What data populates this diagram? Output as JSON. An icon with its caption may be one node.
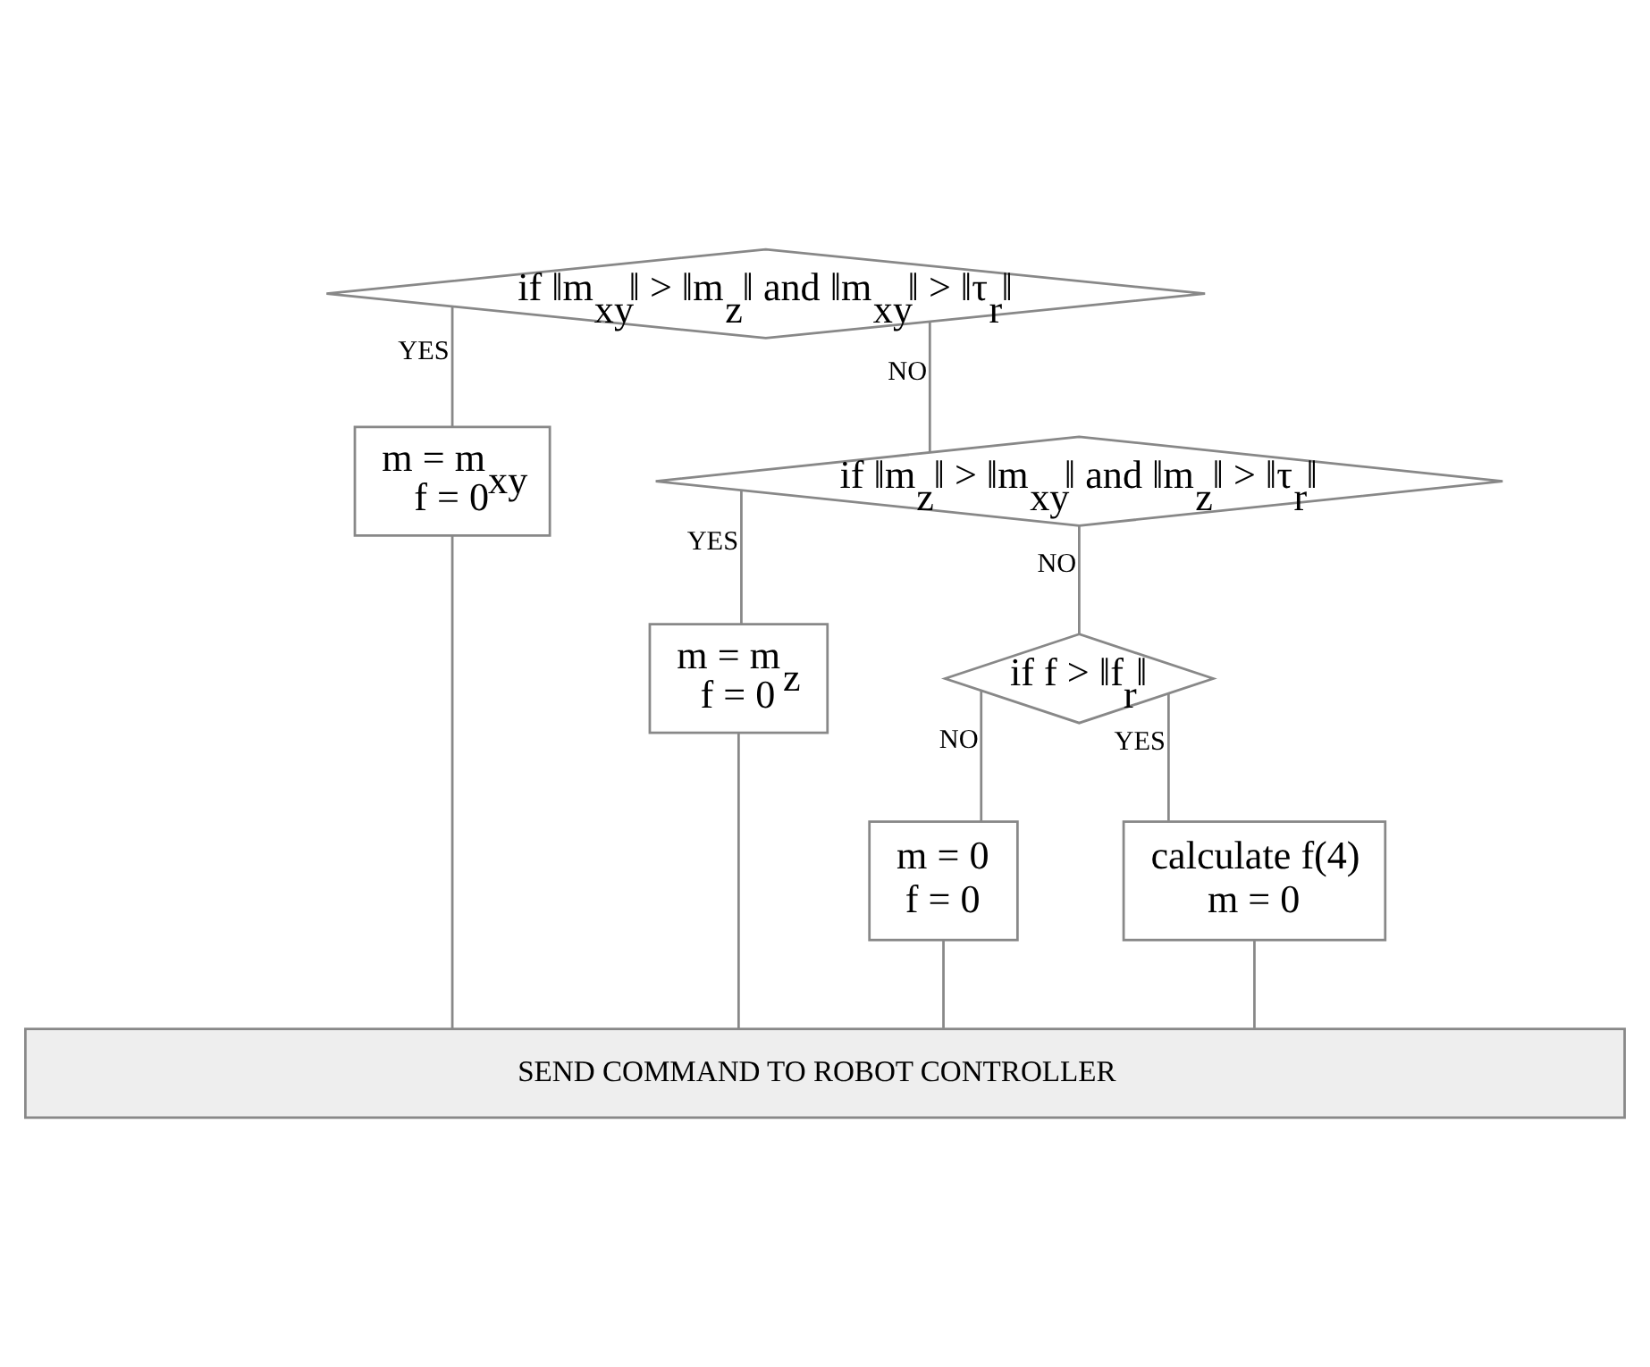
{
  "diagram": {
    "nodes": [
      {
        "text": [
          "if ‖m$_{xy}$‖ > ‖m$_{z}$‖ and ‖m$_{xy}$‖ > ‖τ$_{r}$‖"
        ]
      },
      {
        "text": [
          "m = m$_{xy}$",
          "f = 0"
        ]
      },
      {
        "text": [
          "if ‖m$_{z}$‖ > ‖m$_{xy}$‖ and ‖m$_{z}$‖ > ‖τ$_{r}$‖"
        ]
      },
      {
        "text": [
          "m = m$_{z}$",
          "f = 0"
        ]
      },
      {
        "text": [
          "if f > ‖f$_{r}$‖"
        ]
      },
      {
        "text": [
          "m = 0",
          "f = 0"
        ]
      },
      {
        "text": [
          "calculate f(4)",
          "m = 0"
        ]
      },
      {
        "text": [
          "SEND COMMAND TO ROBOT CONTROLLER"
        ]
      }
    ],
    "edges": [
      {
        "from": 0,
        "to": 2,
        "arrow": "none",
        "label": "NO"
      },
      {
        "from": 0,
        "to": 1,
        "arrow": "none",
        "label": "YES"
      },
      {
        "from": 2,
        "to": 4,
        "arrow": "none",
        "label": "NO"
      },
      {
        "from": 2,
        "to": 3,
        "arrow": "none",
        "label": "YES"
      },
      {
        "from": 4,
        "to": 5,
        "arrow": "none",
        "label": "NO"
      },
      {
        "from": 4,
        "to": 6,
        "arrow": "none",
        "label": "YES"
      },
      {
        "from": 5,
        "to": 7,
        "arrow": "none"
      },
      {
        "from": 6,
        "to": 7,
        "arrow": "none"
      },
      {
        "from": 3,
        "to": 7,
        "arrow": "none"
      },
      {
        "from": 1,
        "to": 7,
        "arrow": "none"
      }
    ]
  }
}
